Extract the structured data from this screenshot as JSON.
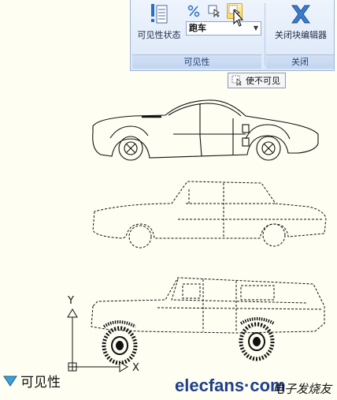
{
  "ribbon": {
    "visibility_states_label": "可见性状态",
    "state_dropdown_value": "跑车",
    "close_editor_label": "关闭块编辑器",
    "panel_visibility_title": "可见性",
    "panel_close_title": "关闭"
  },
  "tooltip": {
    "text": "使不可见"
  },
  "bottom": {
    "visibility_param_label": "可见性"
  },
  "axes": {
    "x_label": "X",
    "y_label": "Y"
  },
  "watermark": {
    "brand": "elecfans·com",
    "cn": "电子发烧友"
  },
  "colors": {
    "ribbon_bg": "#dce8f8",
    "canvas_bg": "#fefef2",
    "accent_blue": "#2a6fc1"
  }
}
